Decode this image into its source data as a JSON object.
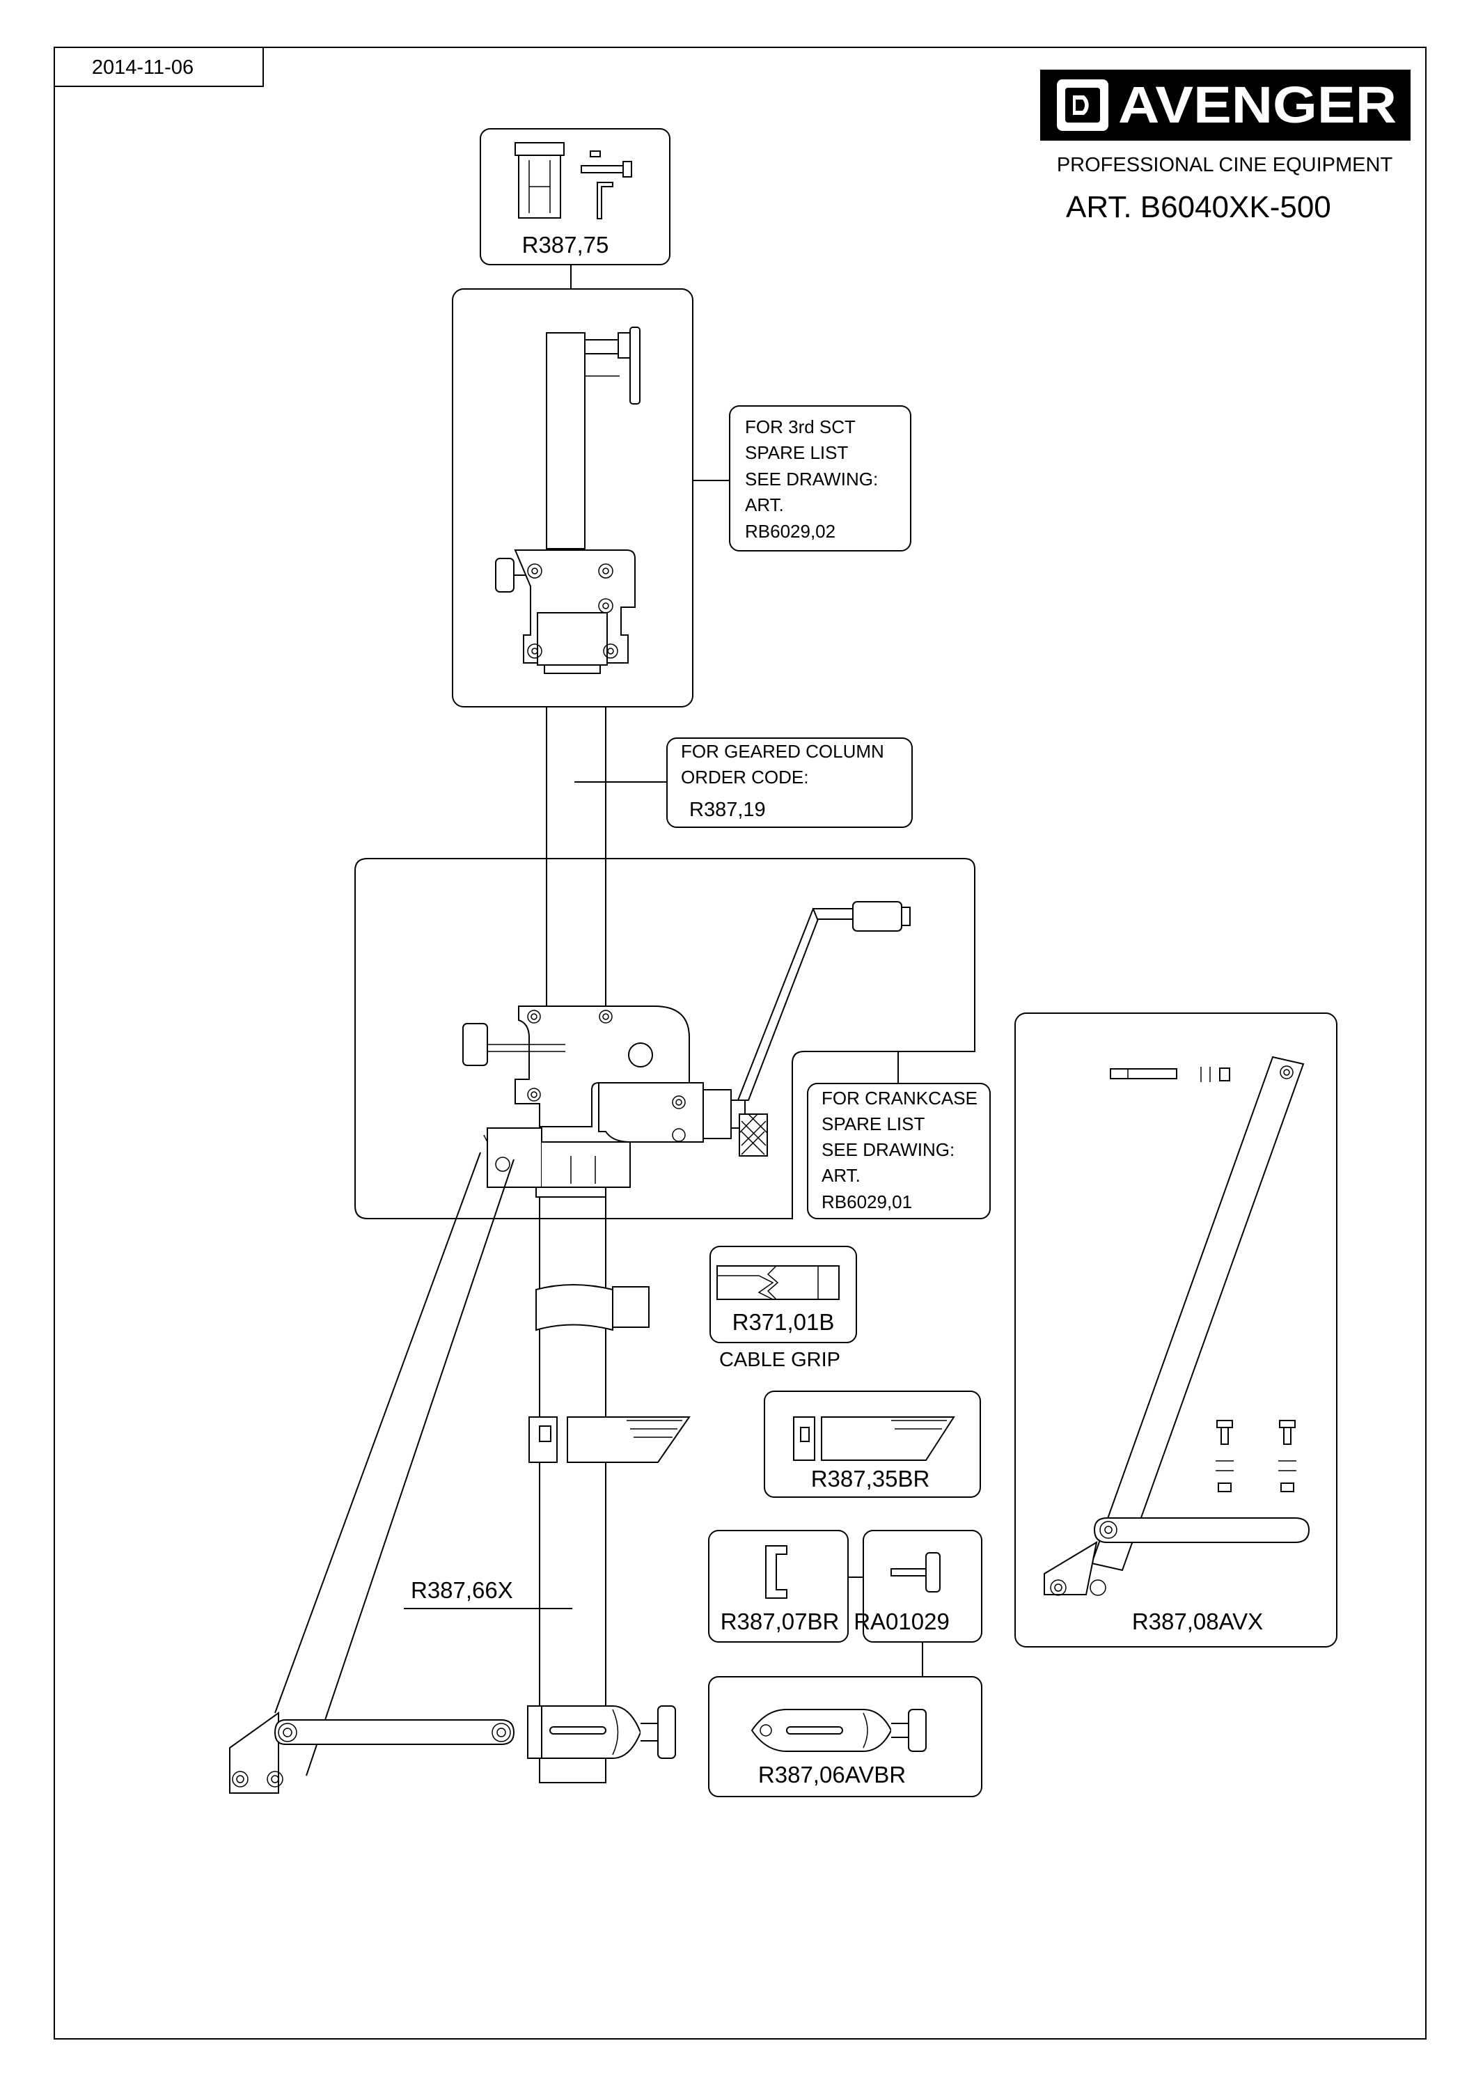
{
  "header": {
    "date": "2014-11-06",
    "brand": "AVENGER",
    "tagline": "PROFESSIONAL CINE EQUIPMENT",
    "article": "ART. B6040XK-500"
  },
  "icons": [
    "avenger-logo-icon"
  ],
  "colors": {
    "ink": "#000000",
    "paper": "#ffffff"
  },
  "parts": {
    "top_adapter": "R387,75",
    "third_section_note": [
      "FOR 3rd SCT",
      "SPARE LIST",
      "SEE DRAWING:",
      "ART.",
      "RB6029,02"
    ],
    "geared_column_note": [
      "FOR GEARED COLUMN",
      "ORDER CODE:",
      "R387,19"
    ],
    "crankcase_note": [
      "FOR CRANKCASE",
      "SPARE LIST",
      "SEE DRAWING:",
      "ART.",
      "RB6029,01"
    ],
    "cable_grip_code": "R371,01B",
    "cable_grip_label": "CABLE GRIP",
    "step": "R387,35BR",
    "bracket": "R387,07BR",
    "knob": "RA01029",
    "bottom_clamp": "R387,06AVBR",
    "leg_brace": "R387,66X",
    "brace_kit": "R387,08AVX"
  }
}
